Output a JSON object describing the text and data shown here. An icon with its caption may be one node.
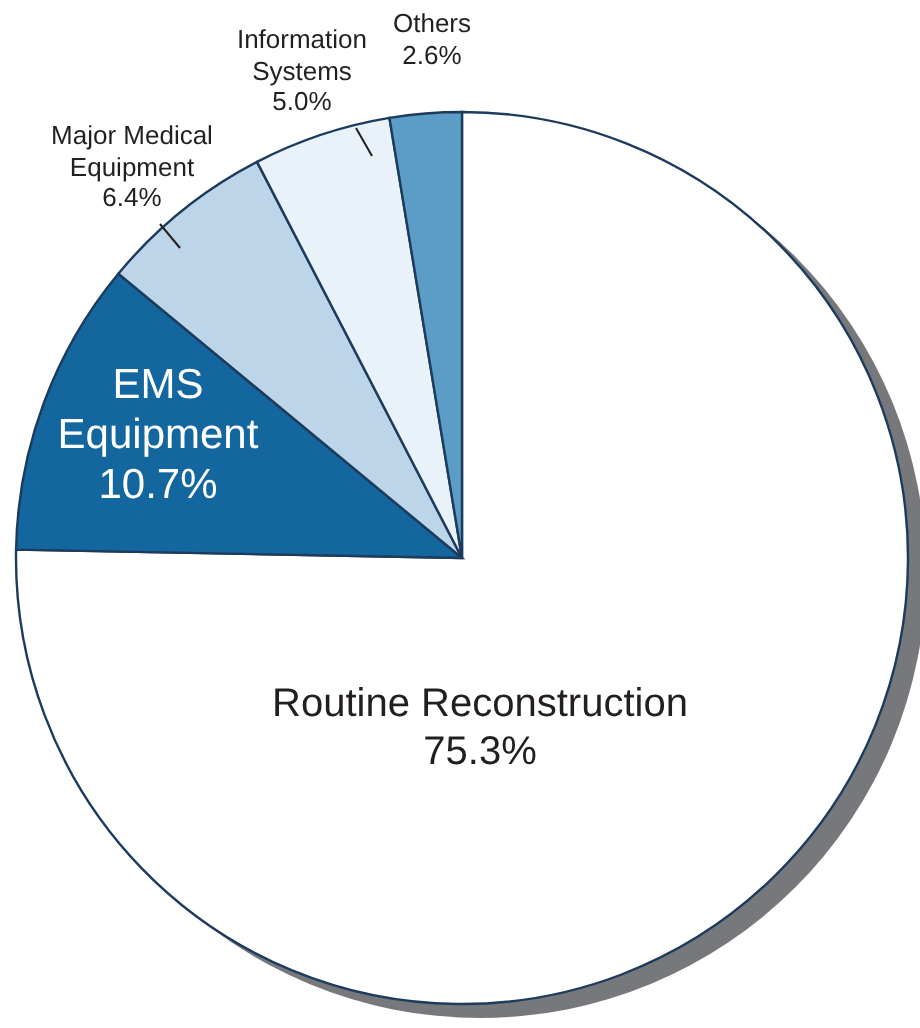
{
  "diagram": {
    "chart_data": {
      "type": "pie",
      "categories": [
        "Routine Reconstruction",
        "EMS Equipment",
        "Major Medical Equipment",
        "Information Systems",
        "Others"
      ],
      "values": [
        75.3,
        10.7,
        6.4,
        5.0,
        2.6
      ],
      "value_labels": [
        "75.3%",
        "10.7%",
        "6.4%",
        "5.0%",
        "2.6%"
      ]
    }
  }
}
